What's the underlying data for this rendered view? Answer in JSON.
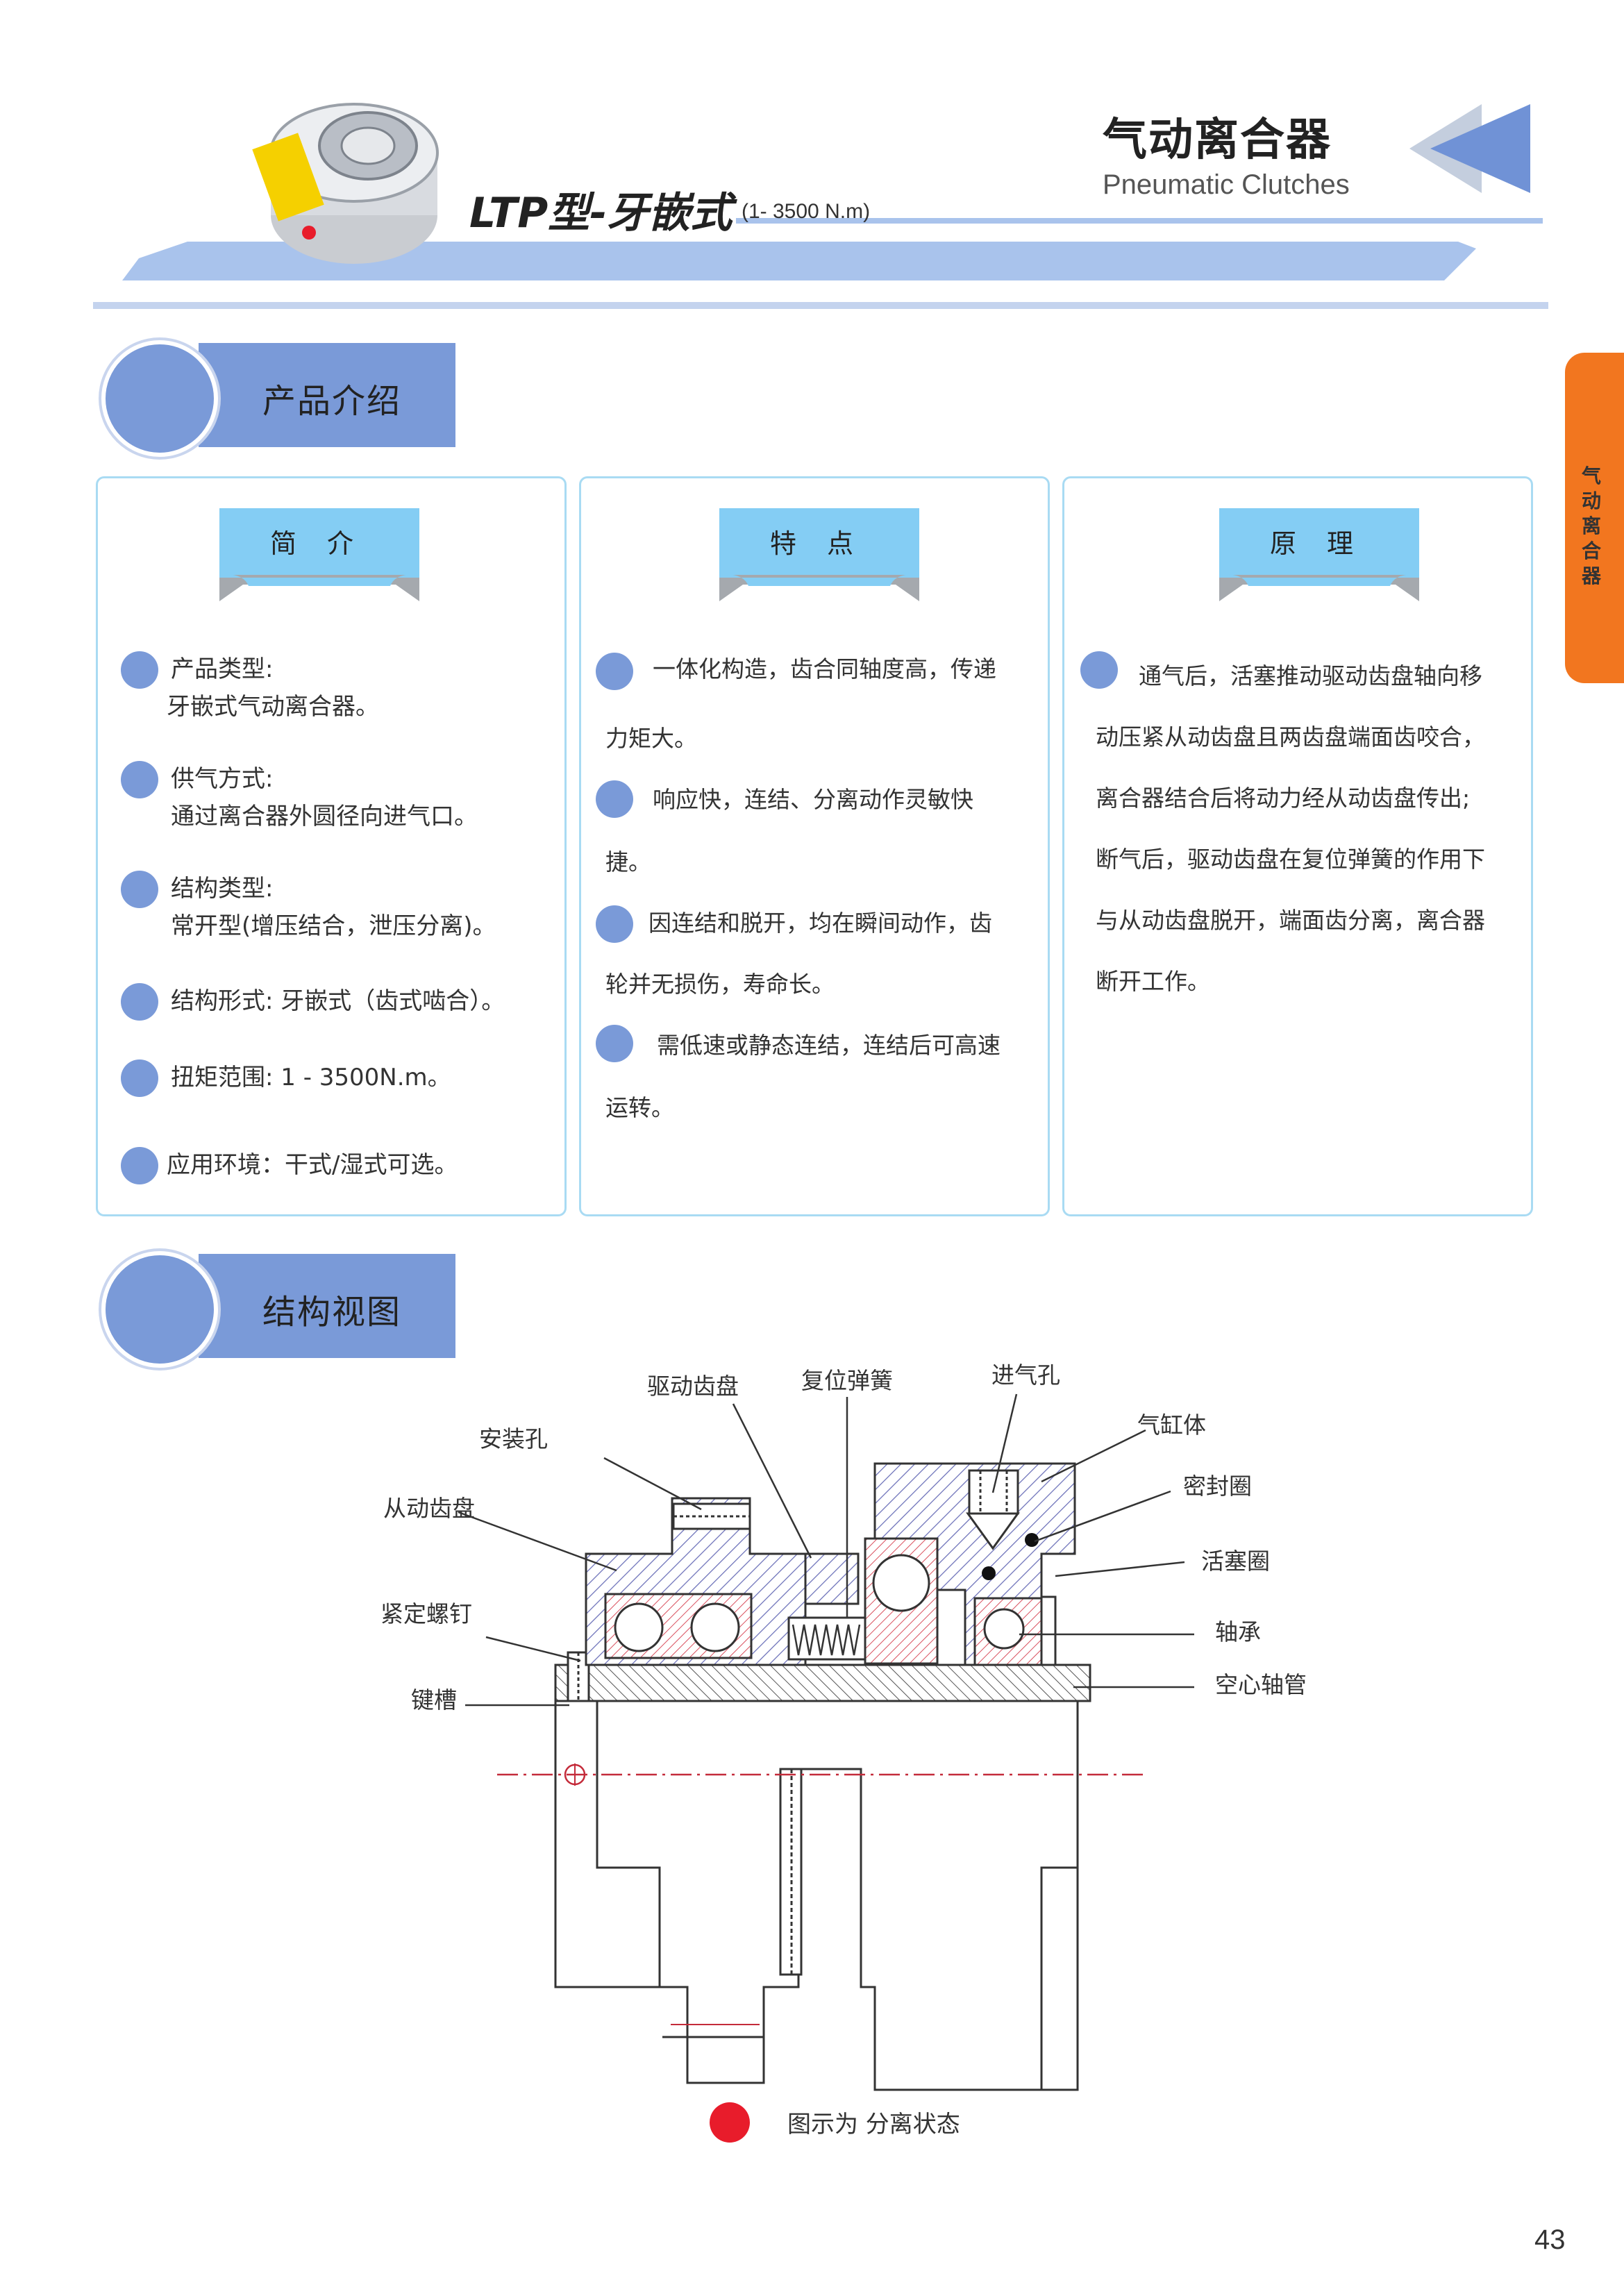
{
  "header": {
    "title_cn": "气动离合器",
    "title_en": "Pneumatic Clutches",
    "model": "LTP型-牙嵌式",
    "model_range": "(1- 3500 N.m)"
  },
  "side_tab": {
    "label": "气动离合器"
  },
  "sections": {
    "intro_title": "产品介绍",
    "structure_title": "结构视图"
  },
  "intro": {
    "box1": {
      "title": "简 介",
      "items": [
        {
          "line1": "产品类型:",
          "line2": "牙嵌式气动离合器。"
        },
        {
          "line1": "供气方式:",
          "line2": "通过离合器外圆径向进气口。"
        },
        {
          "line1": "结构类型:",
          "line2": "常开型(增压结合，泄压分离)。"
        },
        {
          "line1": "结构形式: 牙嵌式（齿式啮合）。",
          "line2": ""
        },
        {
          "line1": "扭矩范围: 1 - 3500N.m。",
          "line2": ""
        },
        {
          "line1": "应用环境：干式/湿式可选。",
          "line2": ""
        }
      ]
    },
    "box2": {
      "title": "特 点",
      "items": [
        {
          "line1": "一体化构造，齿合同轴度高，传递",
          "line2": "力矩大。"
        },
        {
          "line1": "响应快，连结、分离动作灵敏快",
          "line2": "捷。"
        },
        {
          "line1": "因连结和脱开，均在瞬间动作，齿",
          "line2": "轮并无损伤，寿命长。"
        },
        {
          "line1": "需低速或静态连结，连结后可高速",
          "line2": "运转。"
        }
      ]
    },
    "box3": {
      "title": "原 理",
      "lines": [
        "通气后，活塞推动驱动齿盘轴向移",
        "动压紧从动齿盘且两齿盘端面齿咬合，",
        "离合器结合后将动力经从动齿盘传出;",
        "断气后，驱动齿盘在复位弹簧的作用下",
        "与从动齿盘脱开，端面齿分离，离合器",
        "断开工作。"
      ]
    }
  },
  "diagram": {
    "labels": {
      "drive_disc": "驱动齿盘",
      "reset_spring": "复位弹簧",
      "air_inlet": "进气孔",
      "cylinder": "气缸体",
      "mount_hole": "安装孔",
      "seal": "密封圈",
      "driven_disc": "从动齿盘",
      "piston_ring": "活塞圈",
      "set_screw": "紧定螺钉",
      "bearing": "轴承",
      "keyway": "键槽",
      "hollow_shaft": "空心轴管"
    },
    "legend": "图示为 分离状态"
  },
  "page_number": "43"
}
